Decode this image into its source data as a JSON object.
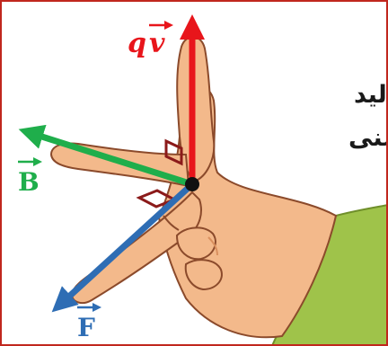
{
  "title": {
    "line1": "قاعدة اليد",
    "line2": "اليمنى"
  },
  "vectors": {
    "velocity": {
      "label_prefix": "q",
      "label_symbol": "v",
      "color": "#e8151b"
    },
    "field": {
      "label": "B",
      "color": "#1fae4b"
    },
    "force": {
      "label": "F",
      "color": "#2e6db4"
    }
  },
  "colors": {
    "frame": "#c0271e",
    "skin": "#f3b98b",
    "skin_shadow": "#d98f5e",
    "outline": "#8b4a2b",
    "sleeve": "#9fc34a",
    "right_angle": "#8b1a1a"
  },
  "icons": {
    "vertex": "black-dot",
    "hand": "right-hand-illustration"
  }
}
